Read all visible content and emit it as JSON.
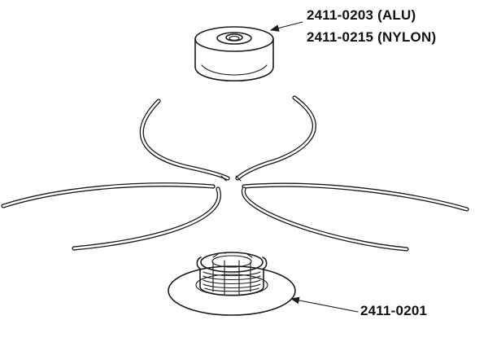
{
  "parts": {
    "nut_alu": "2411-0203 (ALU)",
    "nut_nylon": "2411-0215 (NYLON)",
    "head_base": "2411-0201"
  }
}
